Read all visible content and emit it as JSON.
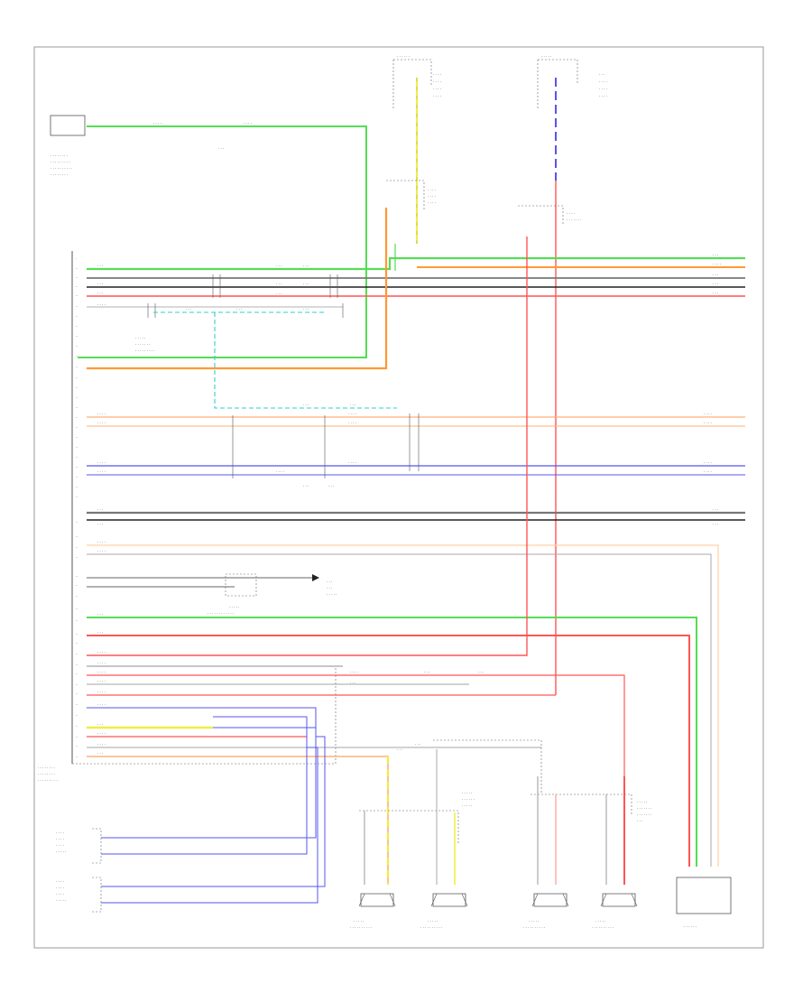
{
  "diagram": {
    "page_number": "",
    "components": [
      {
        "name": "head-unit",
        "label": ""
      },
      {
        "name": "left-front-door-speaker",
        "label": ""
      },
      {
        "name": "left-front-tweeter",
        "label": ""
      },
      {
        "name": "right-front-tweeter",
        "label": ""
      },
      {
        "name": "right-front-door-speaker",
        "label": ""
      },
      {
        "name": "subwoofer",
        "label": ""
      },
      {
        "name": "hot-at-all-times-fuse",
        "label": ""
      },
      {
        "name": "hot-in-acc-fuse",
        "label": ""
      },
      {
        "name": "steering-switch-connector",
        "label": ""
      }
    ],
    "wire_colors": {
      "green": "#55dd55",
      "orange": "#ff9933",
      "red": "#ff5555",
      "blue": "#5555ee",
      "cyan": "#33cccc",
      "yellow": "#eeee44",
      "gray": "#777777",
      "black": "#222222",
      "peach": "#ffb07a"
    }
  }
}
